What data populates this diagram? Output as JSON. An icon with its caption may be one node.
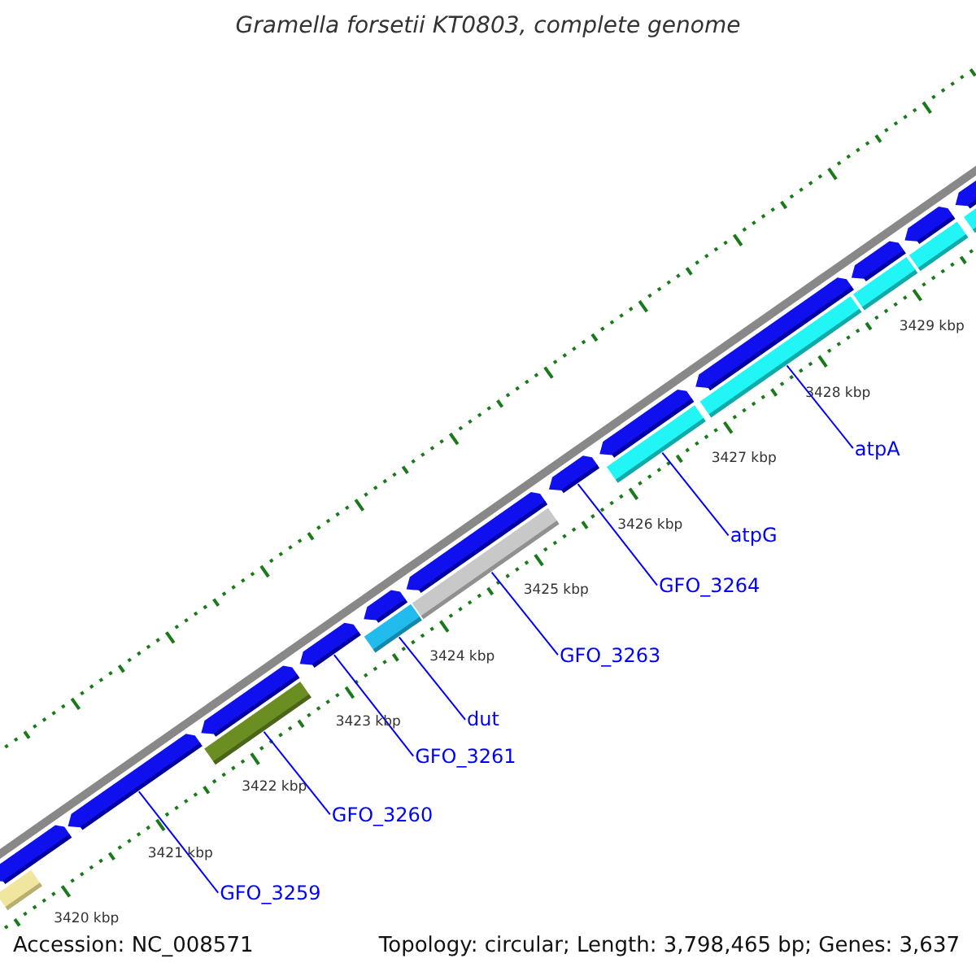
{
  "diagram": {
    "title": "Gramella forsetii KT0803, complete genome",
    "nodes": [
      {
        "text": [],
        "shape": "bar"
      },
      {
        "text": [],
        "shape": "bar"
      },
      {
        "text": [],
        "shape": "bar"
      },
      {
        "text": [],
        "shape": "bar"
      },
      {
        "text": [],
        "shape": "bar"
      },
      {
        "text": [],
        "shape": "bar"
      },
      {
        "text": [],
        "shape": "bar"
      },
      {
        "text": [],
        "shape": "bar"
      },
      {
        "text": [],
        "shape": "bar"
      },
      {
        "text": [],
        "shape": "bar"
      },
      {
        "text": [],
        "shape": "bar"
      },
      {
        "text": [],
        "shape": "bar"
      },
      {
        "text": [],
        "shape": "bar"
      },
      {
        "text": [],
        "shape": "bar"
      },
      {
        "text": [],
        "shape": "bar"
      },
      {
        "text": [],
        "shape": "bar"
      },
      {
        "text": [],
        "shape": "bar"
      },
      {
        "text": [],
        "shape": "bar"
      },
      {
        "text": [],
        "shape": "bar"
      },
      {
        "text": [],
        "shape": "bar"
      },
      {
        "text": [],
        "shape": "bar"
      },
      {
        "text": [
          "GFO_3259"
        ]
      },
      {
        "text": [
          "GFO_3260"
        ]
      },
      {
        "text": [
          "GFO_3261"
        ]
      },
      {
        "text": [
          "dut"
        ]
      },
      {
        "text": [
          "GFO_3263"
        ]
      },
      {
        "text": [
          "GFO_3264"
        ]
      },
      {
        "text": [
          "atpG"
        ]
      },
      {
        "text": [
          "atpA"
        ]
      }
    ],
    "edges": [
      {
        "from": 21,
        "to": 2,
        "arrow": "none"
      },
      {
        "from": 22,
        "to": 3,
        "arrow": "none"
      },
      {
        "from": 23,
        "to": 5,
        "arrow": "none"
      },
      {
        "from": 24,
        "to": 6,
        "arrow": "none"
      },
      {
        "from": 25,
        "to": 8,
        "arrow": "none"
      },
      {
        "from": 26,
        "to": 10,
        "arrow": "none"
      },
      {
        "from": 27,
        "to": 11,
        "arrow": "none"
      },
      {
        "from": 28,
        "to": 13,
        "arrow": "none"
      }
    ],
    "labels": [
      "3420 kbp",
      "3421 kbp",
      "3422 kbp",
      "3423 kbp",
      "3424 kbp",
      "3425 kbp",
      "3426 kbp",
      "3427 kbp",
      "3428 kbp",
      "3429 kbp",
      "Accession: NC_008571",
      "Topology: circular; Length: 3,798,465 bp; Genes: 3,637"
    ]
  }
}
